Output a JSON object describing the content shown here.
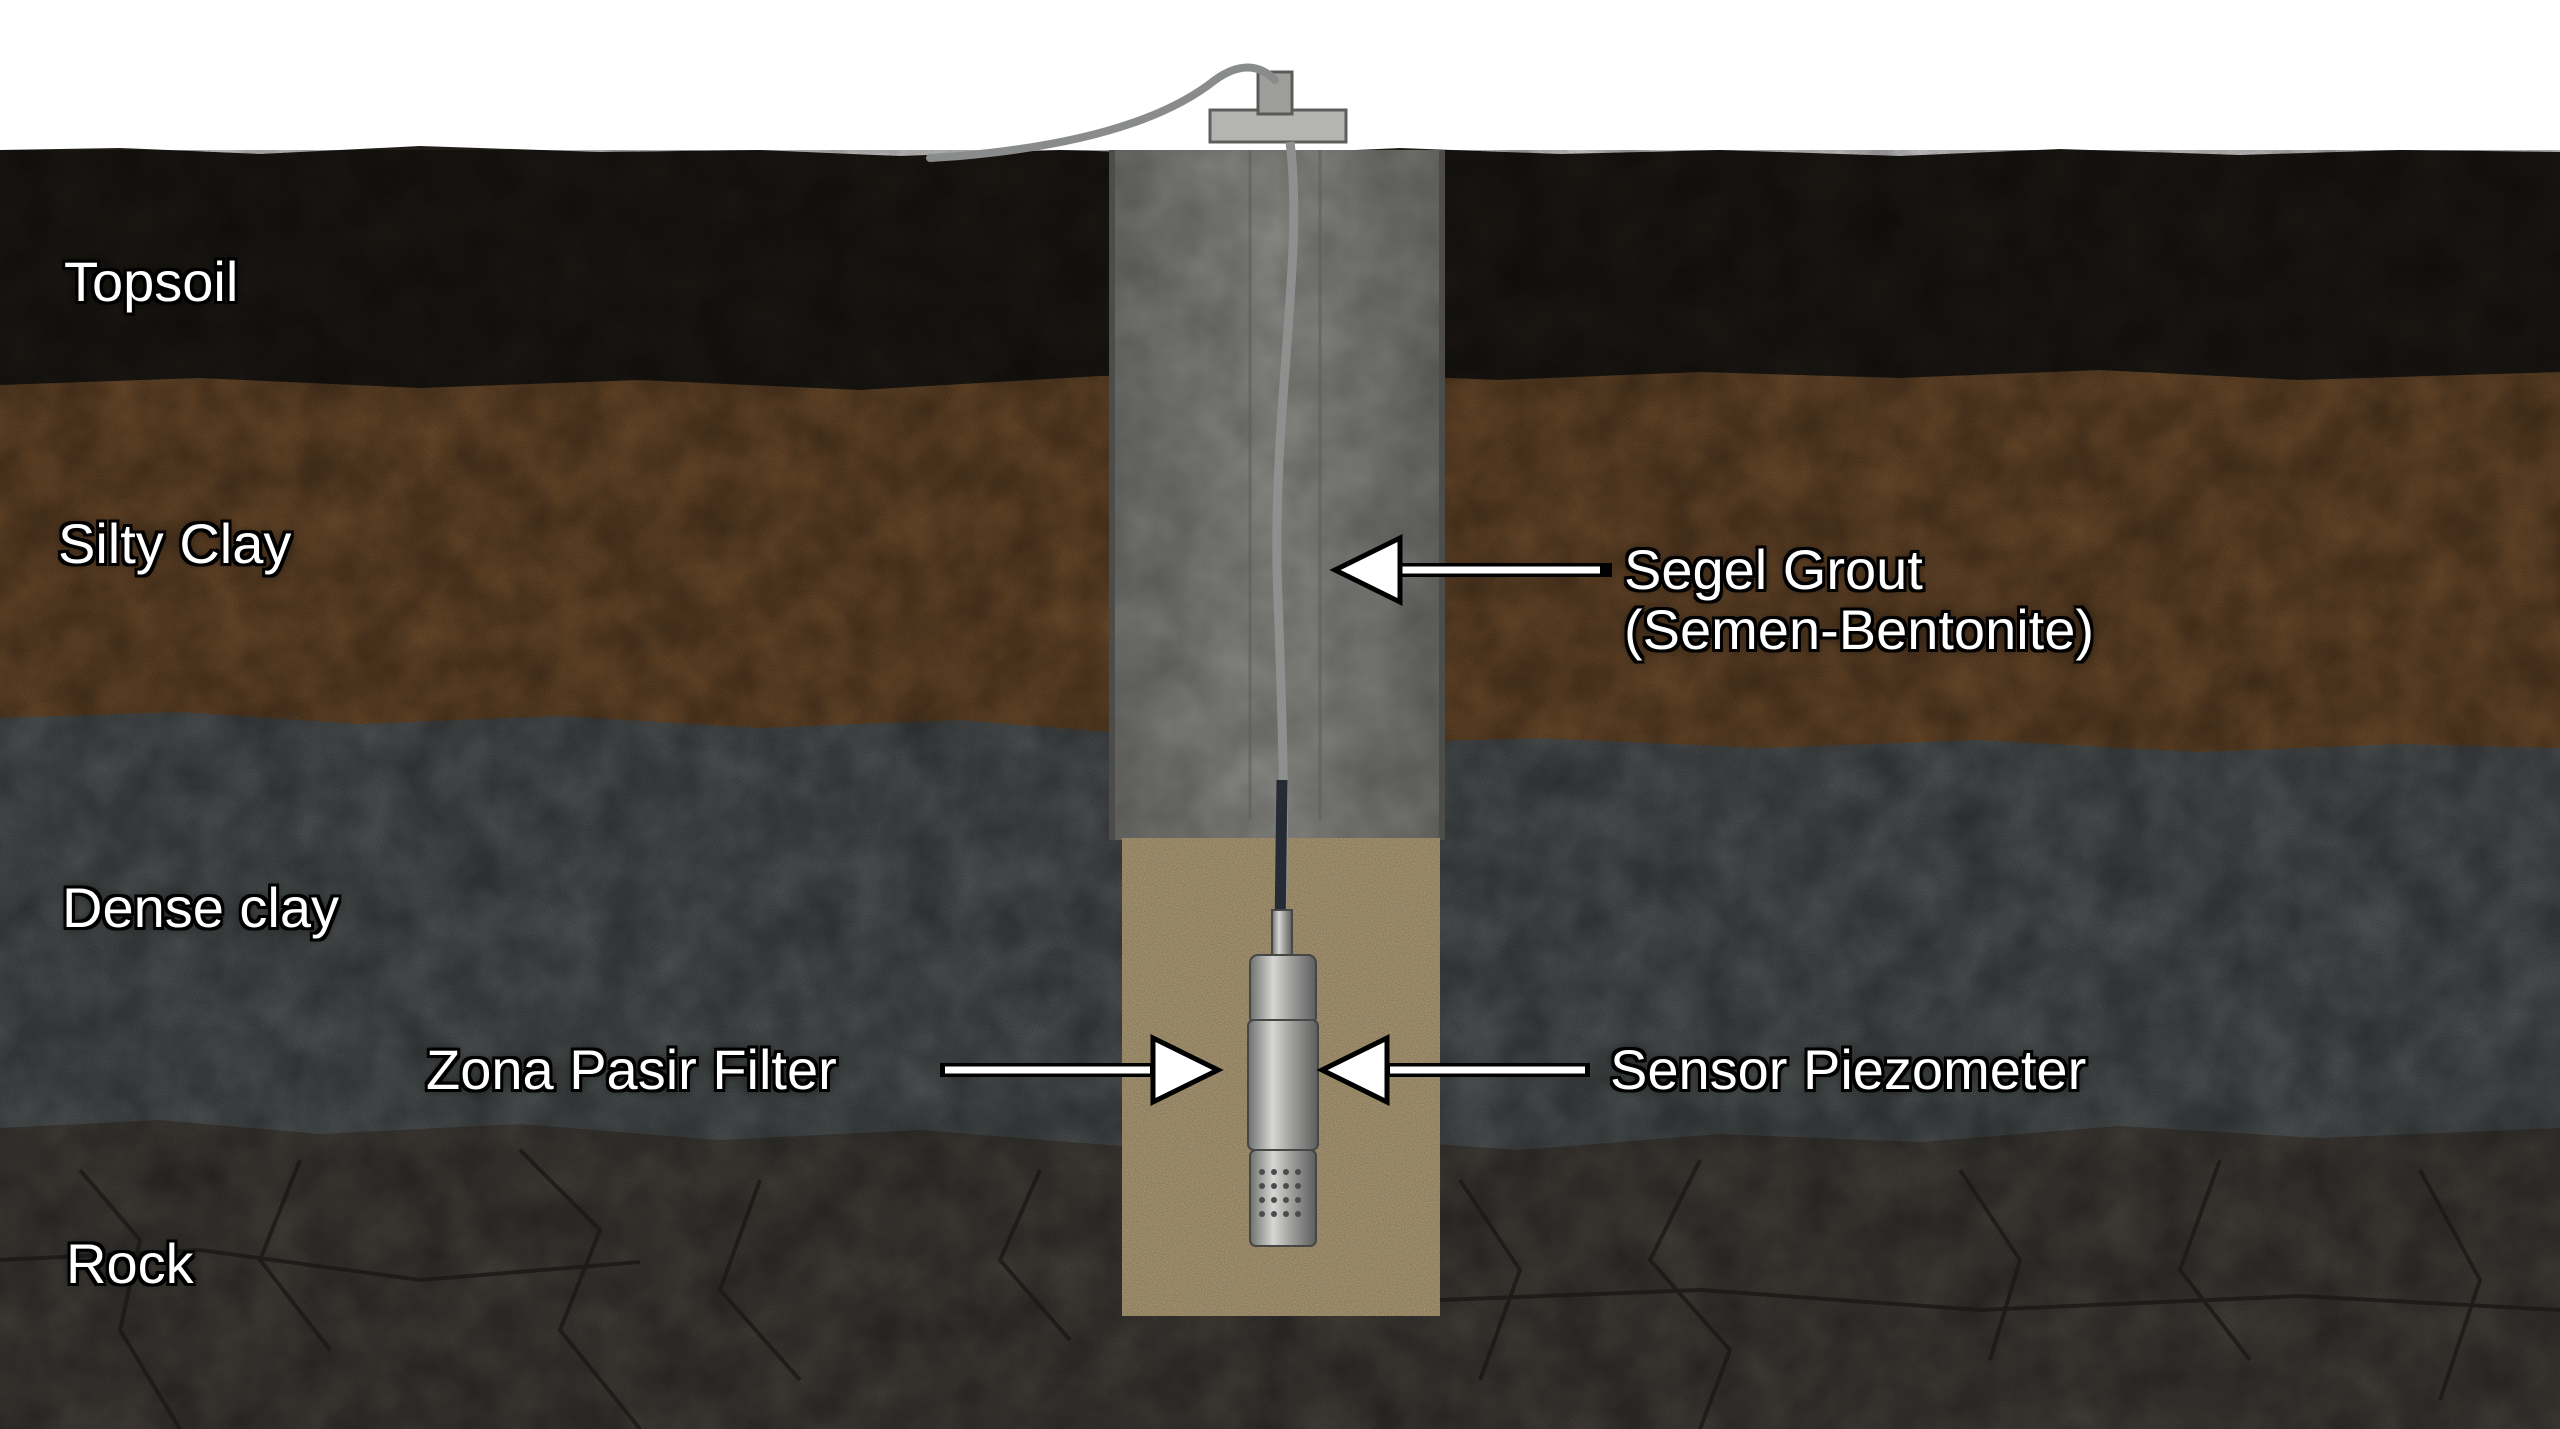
{
  "labels": {
    "topsoil": "Topsoil",
    "silty_clay": "Silty Clay",
    "dense_clay": "Dense clay",
    "rock": "Rock",
    "grout_line1": "Segel Grout",
    "grout_line2": "(Semen-Bentonite)",
    "filter": "Zona Pasir Filter",
    "sensor": "Sensor Piezometer"
  },
  "colors": {
    "sky": "#ffffff",
    "topsoil": "#201c17",
    "silty_clay": "#7a5430",
    "dense_clay": "#5a5f60",
    "rock": "#4b4741",
    "grout": "#7b7c78",
    "sand": "#b6a37c",
    "sensor_steel": "#a9aaa7",
    "cable": "#8a8c8c",
    "label_text": "#ffffff",
    "arrow": "#ffffff"
  }
}
